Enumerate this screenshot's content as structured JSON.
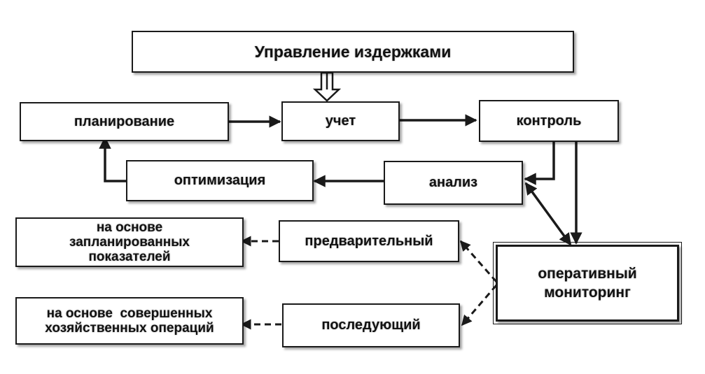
{
  "title": "Управление издержками",
  "stages": {
    "planning": "планирование",
    "accounting": "учет",
    "control": "контроль",
    "analysis": "анализ",
    "optimization": "оптимизация"
  },
  "monitoring": {
    "label_line1": "оперативный",
    "label_line2": "мониторинг",
    "preliminary": "предварительный",
    "subsequent": "последующий"
  },
  "bases": {
    "planned_line1": "на основе",
    "planned_line2": "запланированных",
    "planned_line3": "показателей",
    "completed_line1": "на основе  совершенных",
    "completed_line2": "хозяйственных операций"
  }
}
